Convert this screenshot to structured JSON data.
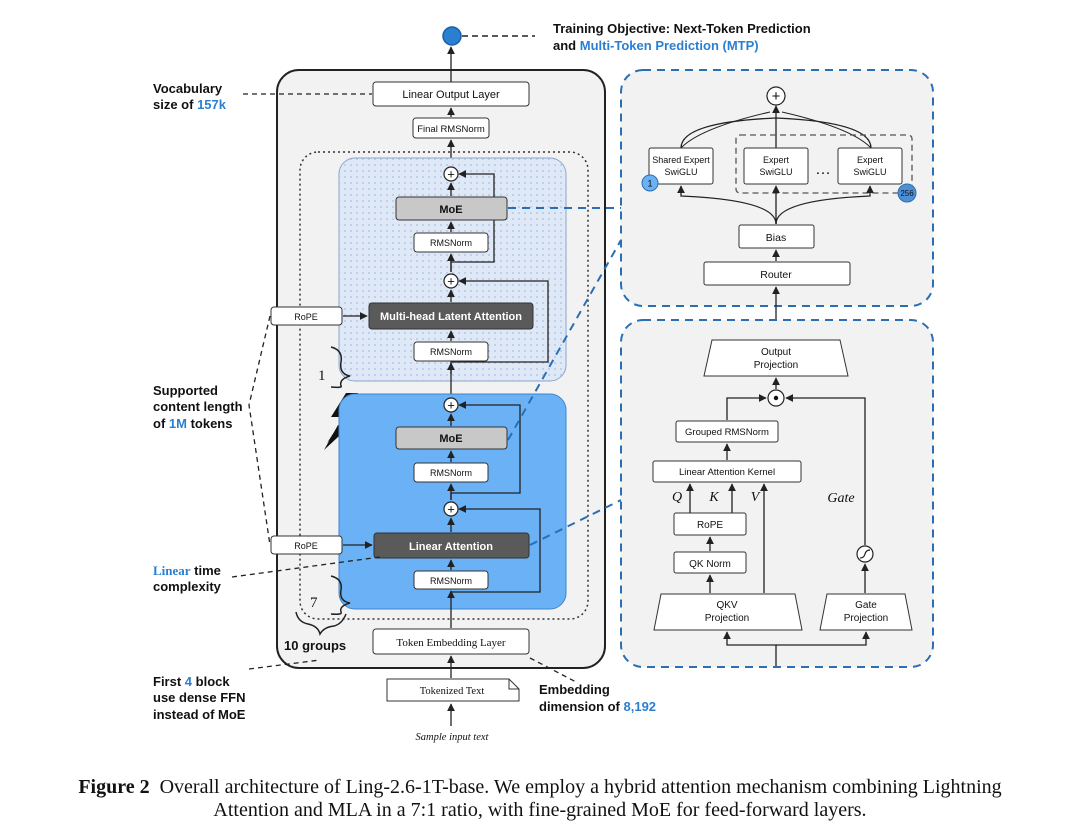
{
  "objective": {
    "line1": "Training Objective: Next-Token Prediction",
    "line2_prefix": "and ",
    "line2_highlight": "Multi-Token Prediction (MTP)"
  },
  "annotations": {
    "vocab_line1": "Vocabulary",
    "vocab_line2_prefix": "size of ",
    "vocab_value": "157k",
    "context_line1": "Supported",
    "context_line2": "content length",
    "context_line3_prefix": "of ",
    "context_value": "1M",
    "context_line3_suffix": " tokens",
    "linear_highlight": "Linear",
    "linear_line1_suffix": " time",
    "linear_line2": "complexity",
    "first_prefix": "First ",
    "first_value": "4",
    "first_line1_suffix": " block",
    "first_line2": "use dense FFN",
    "first_line3": "instead of MoE",
    "embed_line1": "Embedding",
    "embed_line2_prefix": "dimension of ",
    "embed_value": "8,192",
    "groups": "10 groups",
    "mla_count": "1",
    "linear_count": "7"
  },
  "main_stack": {
    "linear_output": "Linear Output Layer",
    "final_norm": "Final RMSNorm",
    "moe": "MoE",
    "rmsnorm": "RMSNorm",
    "mla": "Multi-head Latent Attention",
    "rope": "RoPE",
    "linear_attention": "Linear Attention",
    "token_embedding": "Token Embedding Layer",
    "tokenized_text": "Tokenized Text",
    "sample_input": "Sample input text"
  },
  "moe_detail": {
    "shared_expert_line1": "Shared Expert",
    "shared_expert_line2": "SwiGLU",
    "expert_line1": "Expert",
    "expert_line2": "SwiGLU",
    "ellipsis": "…",
    "badge_first": "1",
    "badge_last": "256",
    "bias": "Bias",
    "router": "Router"
  },
  "attention_detail": {
    "output_projection_line1": "Output",
    "output_projection_line2": "Projection",
    "grouped_norm": "Grouped RMSNorm",
    "kernel": "Linear Attention Kernel",
    "q": "Q",
    "k": "K",
    "v": "V",
    "gate": "Gate",
    "rope": "RoPE",
    "qk_norm": "QK Norm",
    "qkv_line1": "QKV",
    "qkv_line2": "Projection",
    "gate_proj_line1": "Gate",
    "gate_proj_line2": "Projection"
  },
  "caption": {
    "label": "Figure 2",
    "line1": "Overall architecture of Ling-2.6-1T-base. We employ a hybrid attention mechanism combining Lightning",
    "line2": "Attention and MLA in a 7:1 ratio, with fine-grained MoE for feed-forward layers."
  },
  "colors": {
    "accent": "#2a7fd0",
    "linear_block": "#6ab2f5",
    "mla_block": "#dfe8f7",
    "dark_box": "#5a5a5a",
    "gray_box": "#c8c8c8",
    "panel_border": "#2a6fb3"
  }
}
